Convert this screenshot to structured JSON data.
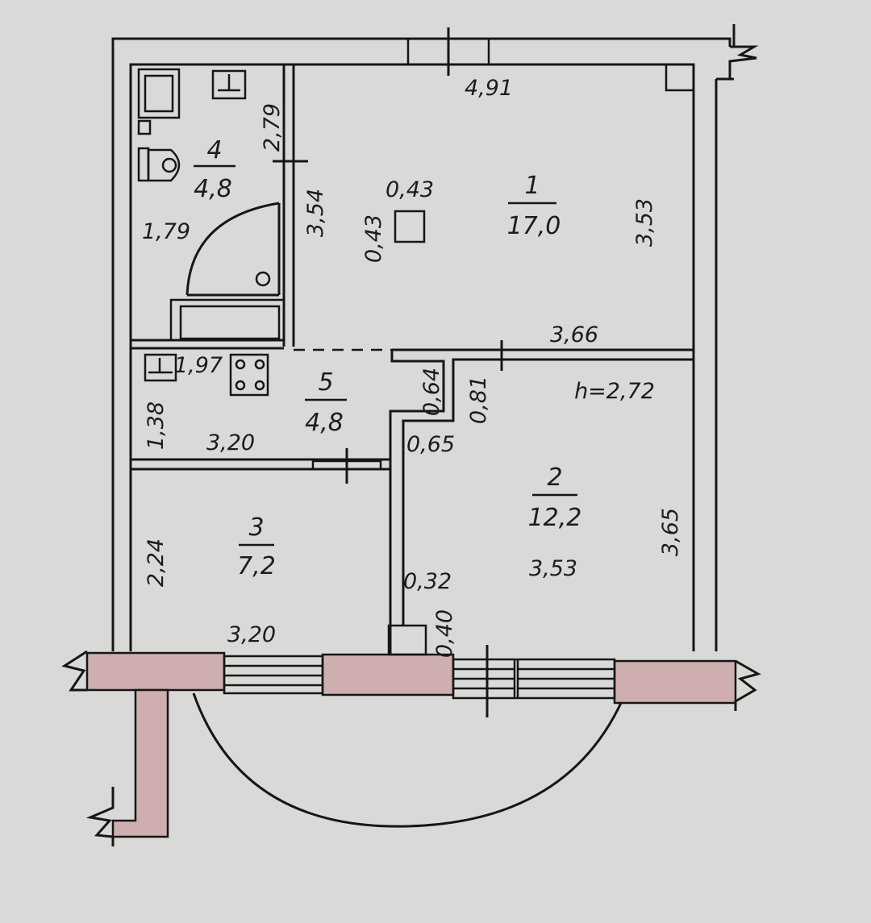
{
  "colors": {
    "paper": "#d9dad7",
    "ink": "#161616",
    "exterior_wall": "#cfaeb0"
  },
  "rooms": [
    {
      "number": "1",
      "area": "17,0"
    },
    {
      "number": "2",
      "area": "12,2"
    },
    {
      "number": "3",
      "area": "7,2"
    },
    {
      "number": "4",
      "area": "4,8"
    },
    {
      "number": "5",
      "area": "4,8"
    }
  ],
  "dimensions": {
    "room1_top": "4,91",
    "room1_right": "3,53",
    "room1_left": "3,54",
    "column_top": "0,43",
    "column_side": "0,43",
    "room1_bottom": "3,66",
    "bath_side": "2,79",
    "bath_left": "1,79",
    "ceiling_height": "h=2,72",
    "hall_kitchen": "1,97",
    "hall_left": "1,38",
    "hall_bottom": "3,20",
    "niche_top": "0,64",
    "niche_side": "0,81",
    "niche_bottom": "0,65",
    "room2_right": "3,65",
    "room2_width": "3,53",
    "room2_pier": "0,32",
    "room2_pier_side": "0,40",
    "room3_left": "2,24",
    "room3_bottom": "3,20"
  }
}
